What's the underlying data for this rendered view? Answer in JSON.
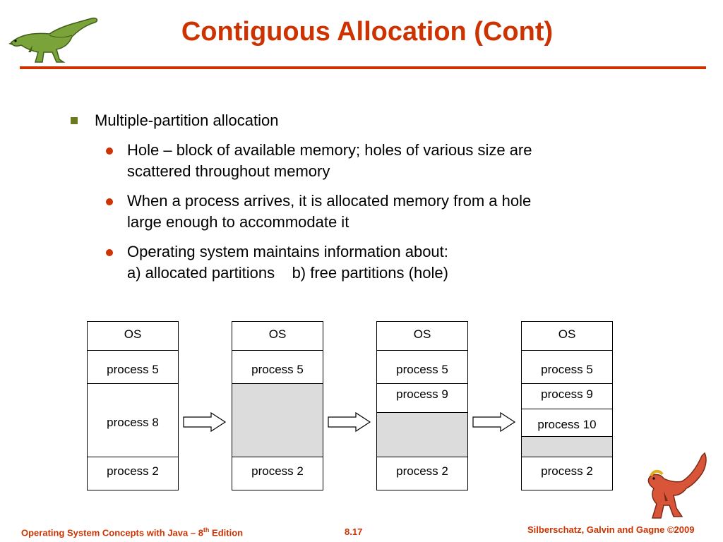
{
  "slide": {
    "title": "Contiguous Allocation (Cont)",
    "bullet": "Multiple-partition allocation",
    "sub_bullets": [
      {
        "lines": [
          "Hole – block of available memory; holes of various size are",
          "scattered throughout memory"
        ]
      },
      {
        "lines": [
          "When a process arrives, it is allocated memory from a hole",
          "large enough to accommodate it"
        ]
      },
      {
        "lines": [
          "Operating system maintains information about:",
          "a) allocated partitions    b) free partitions (hole)"
        ]
      }
    ]
  },
  "diagram": {
    "columns": [
      {
        "blocks": [
          "OS",
          "process 5",
          "process 8",
          "process 2"
        ]
      },
      {
        "blocks": [
          "OS",
          "process 5",
          "",
          "process 2"
        ]
      },
      {
        "blocks": [
          "OS",
          "process 5",
          "process 9",
          "",
          "process 2"
        ]
      },
      {
        "blocks": [
          "OS",
          "process 5",
          "process 9",
          "process 10",
          "",
          "process 2"
        ]
      }
    ]
  },
  "footer": {
    "left_prefix": "Operating System Concepts  with Java – 8",
    "left_sup": "th",
    "left_suffix": " Edition",
    "center": "8.17",
    "right": "Silberschatz, Galvin and Gagne ©2009"
  },
  "icons": [
    "green-dinosaur-icon",
    "red-dinosaur-icon",
    "right-arrow-icon"
  ],
  "colors": {
    "accent": "#cc3300",
    "bullet_square": "#6b7a1e",
    "hole": "#dcdcdc"
  }
}
